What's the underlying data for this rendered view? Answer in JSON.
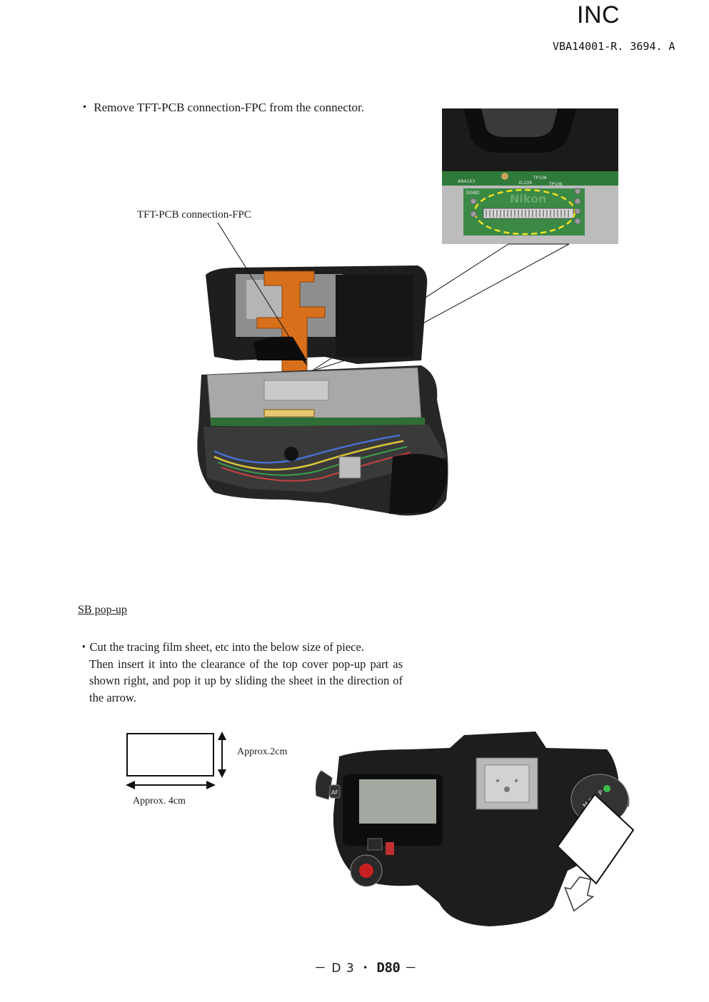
{
  "header": {
    "brand": "INC",
    "doc_number": "VBA14001-R. 3694. A"
  },
  "step1": {
    "instruction": "・ Remove TFT-PCB connection-FPC from the connector.",
    "callout_label": "TFT-PCB connection-FPC"
  },
  "pcb_inset_text": {
    "ic_label": "ANA103",
    "xl_label": "XL109",
    "tp1": "TP108",
    "tp2": "TP106",
    "gnd": "DGND",
    "brand": "Nikon"
  },
  "section_sb": {
    "title": "SB pop-up",
    "paragraph_first": "・Cut the tracing film sheet, etc into the below size of piece.",
    "paragraph_rest": "Then insert it into the clearance of the top cover pop-up part as shown right, and pop it up by sliding the sheet in the direction of the arrow.",
    "dim_height": "Approx.2cm",
    "dim_width": "Approx. 4cm"
  },
  "camera_labels": {
    "button_af": "AF",
    "mode_dial": "M S A P"
  },
  "footer": {
    "prefix": "－ D 3 ・",
    "model": "D80",
    "suffix": "－"
  }
}
